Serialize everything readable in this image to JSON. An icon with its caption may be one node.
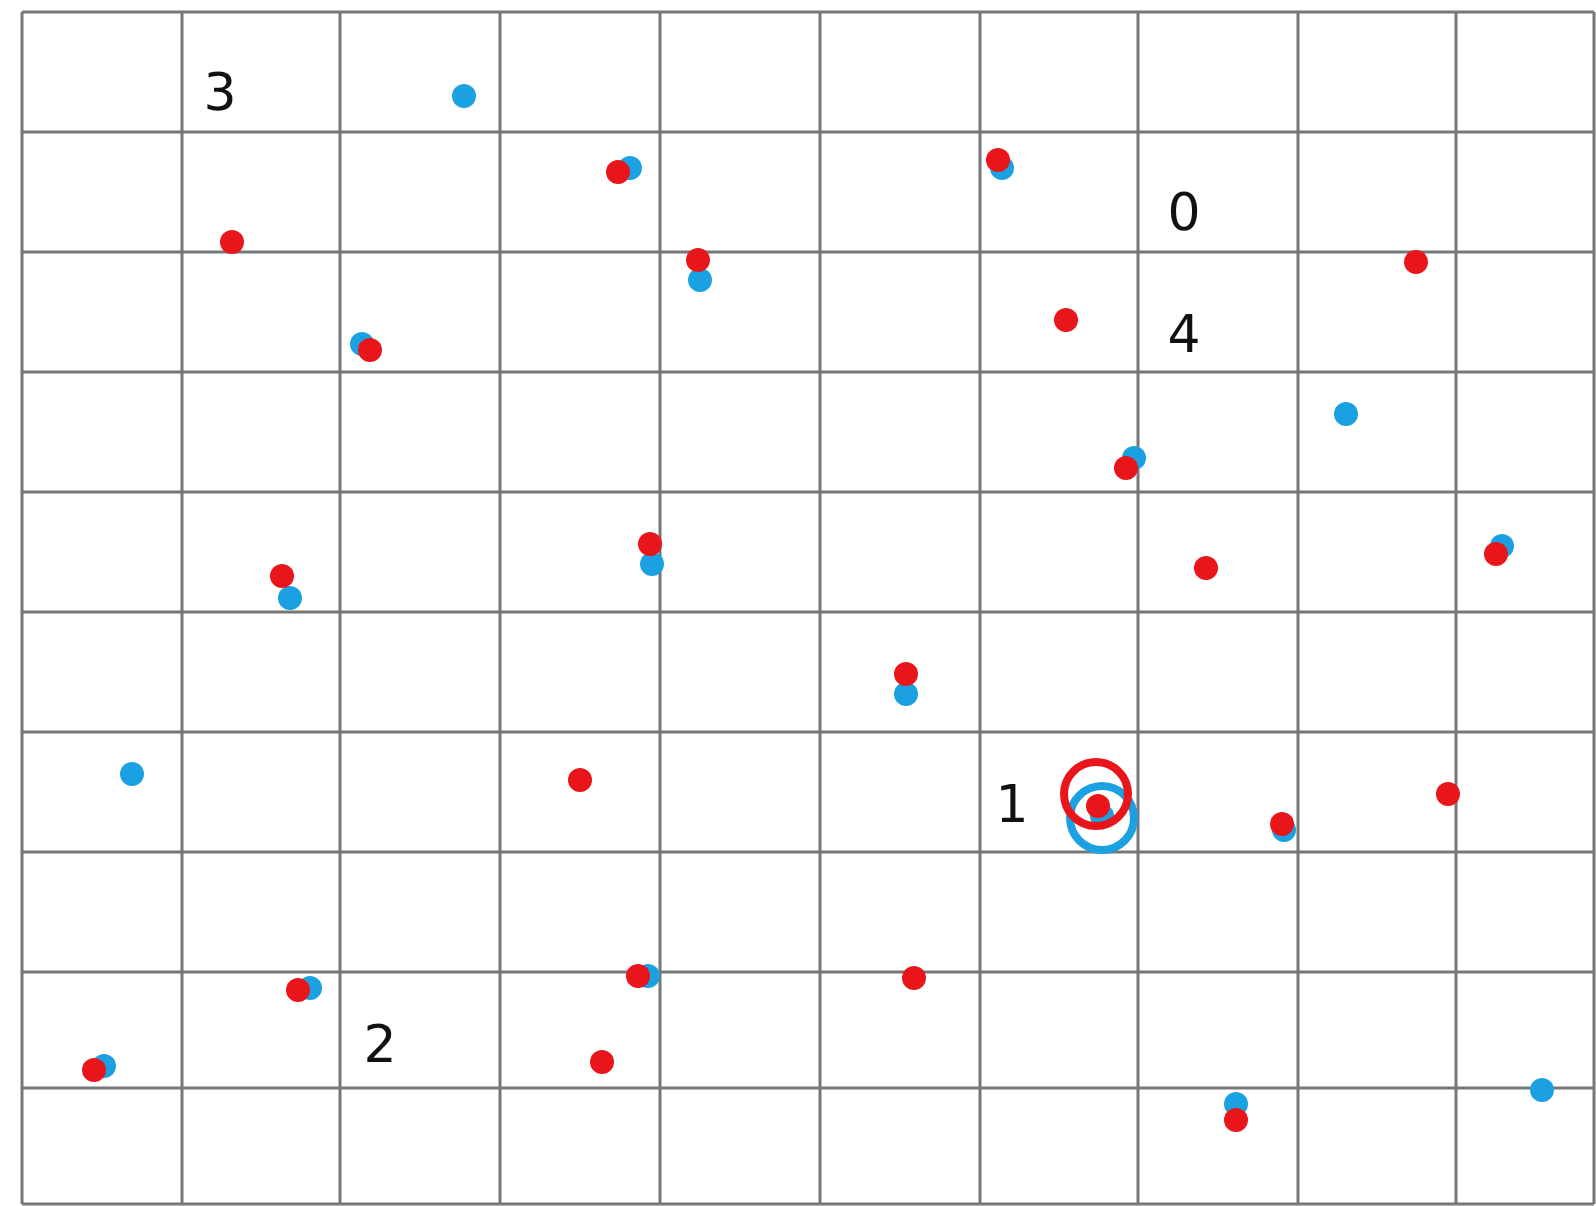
{
  "diagram": {
    "labels": [
      "3",
      "0",
      "4",
      "1",
      "2"
    ]
  }
}
